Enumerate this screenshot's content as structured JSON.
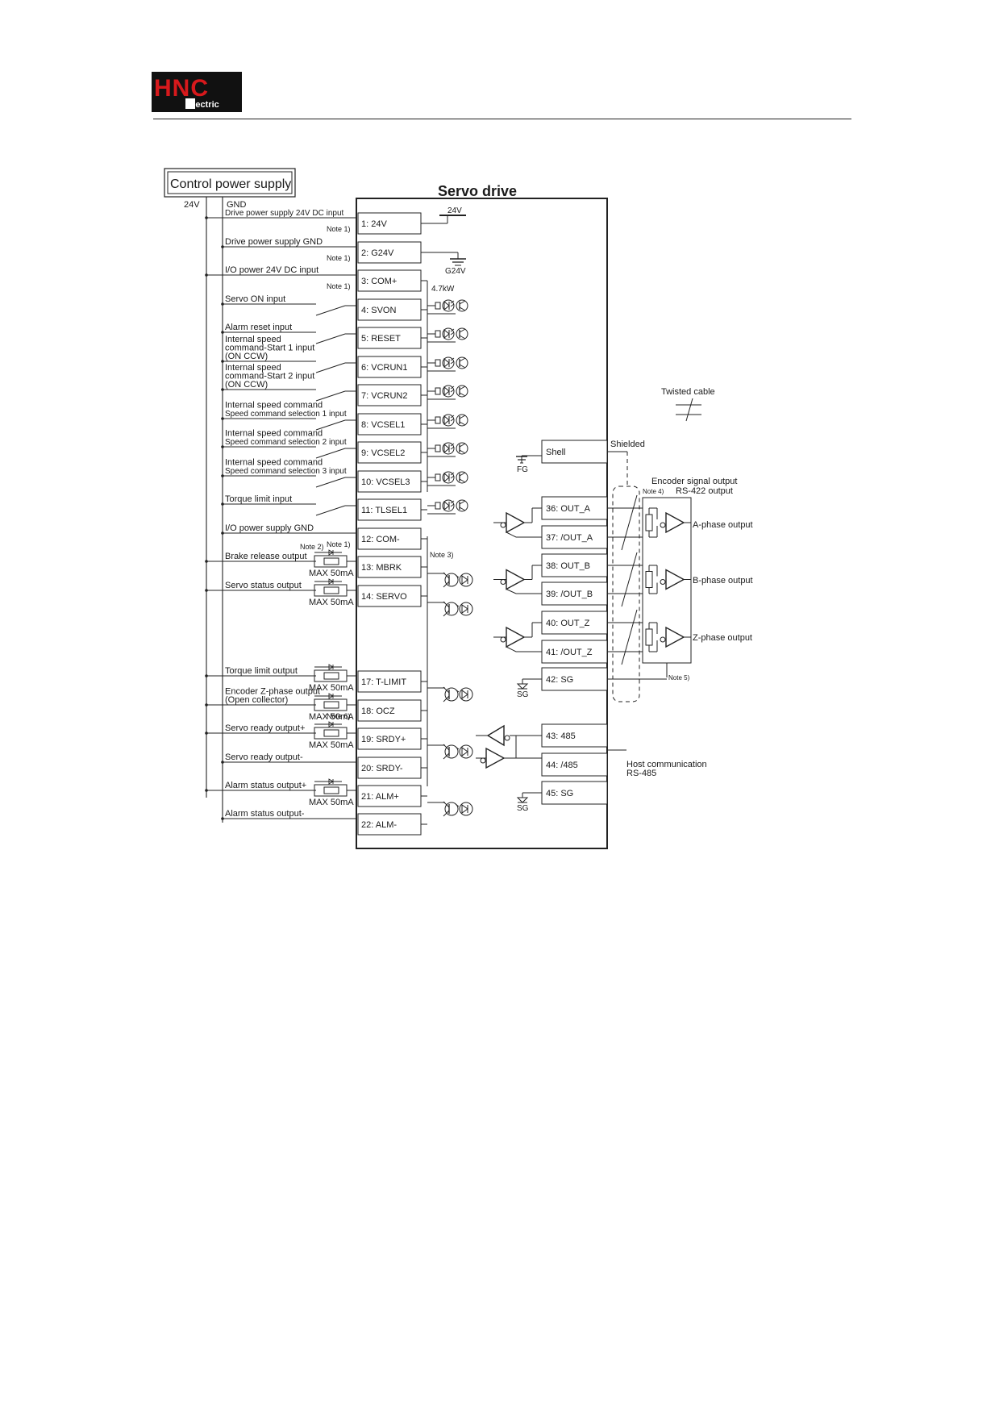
{
  "logo": {
    "main": "HNC",
    "sub": "Electric",
    "colors": {
      "red": "#d7191c",
      "black": "#111111",
      "white": "#ffffff"
    }
  },
  "diagram": {
    "control_power_supply": "Control power supply",
    "servo_drive_title": "Servo drive",
    "rail_24v": "24V",
    "rail_gnd": "GND",
    "max_current": "MAX 50mA",
    "power_symbols": {
      "v24": "24V",
      "g24v": "G24V",
      "fg": "FG",
      "sg": "SG"
    },
    "resistor_label": "4.7kW",
    "left_terminals": [
      {
        "label": "1: 24V",
        "signal": [
          "Drive power supply 24V DC input"
        ],
        "note": "Note 1)"
      },
      {
        "label": "2: G24V",
        "signal": [
          "Drive power supply GND"
        ],
        "note": "Note 1)"
      },
      {
        "label": "3: COM+",
        "signal": [
          "I/O power 24V DC input"
        ],
        "note": "Note 1)"
      },
      {
        "label": "4: SVON",
        "signal": [
          "Servo ON input"
        ],
        "note": ""
      },
      {
        "label": "5: RESET",
        "signal": [
          "Alarm reset input"
        ],
        "note": ""
      },
      {
        "label": "6: VCRUN1",
        "signal": [
          "Internal speed",
          "command-Start 1 input",
          "(ON  CCW)"
        ],
        "note": ""
      },
      {
        "label": "7: VCRUN2",
        "signal": [
          "Internal speed",
          "command-Start 2 input",
          "(ON  CCW)"
        ],
        "note": ""
      },
      {
        "label": "8: VCSEL1",
        "signal": [
          "Internal speed command",
          "Speed command selection 1 input"
        ],
        "note": ""
      },
      {
        "label": "9: VCSEL2",
        "signal": [
          "Internal speed command",
          "Speed command selection 2 input"
        ],
        "note": ""
      },
      {
        "label": "10: VCSEL3",
        "signal": [
          "Internal speed command",
          "Speed command selection 3 input"
        ],
        "note": ""
      },
      {
        "label": "11: TLSEL1",
        "signal": [
          "Torque limit input"
        ],
        "note": ""
      },
      {
        "label": "12: COM-",
        "signal": [
          "I/O power supply GND"
        ],
        "note": "Note 1)"
      },
      {
        "label": "13: MBRK",
        "signal": [
          "Brake release output"
        ],
        "note": "Note 2)"
      },
      {
        "label": "14: SERVO",
        "signal": [
          "Servo status output"
        ],
        "note": ""
      },
      {
        "label": "17: T-LIMIT",
        "signal": [
          "Torque limit output"
        ],
        "note": ""
      },
      {
        "label": "18: OCZ",
        "signal": [
          "Encoder Z-phase output",
          "(Open collector)"
        ],
        "note": "Note 6)"
      },
      {
        "label": "19: SRDY+",
        "signal": [
          "Servo ready output+"
        ],
        "note": ""
      },
      {
        "label": "20: SRDY-",
        "signal": [
          "Servo ready output-"
        ],
        "note": ""
      },
      {
        "label": "21: ALM+",
        "signal": [
          "Alarm status output+"
        ],
        "note": ""
      },
      {
        "label": "22: ALM-",
        "signal": [
          "Alarm status output-"
        ],
        "note": ""
      }
    ],
    "note3": "Note 3)",
    "right_terminals": {
      "shell": "Shell",
      "out": [
        "36: OUT_A",
        "37: /OUT_A",
        "38: OUT_B",
        "39: /OUT_B",
        "40: OUT_Z",
        "41: /OUT_Z"
      ],
      "sg42": "42: SG",
      "r485": [
        "43: 485",
        "44: /485"
      ],
      "sg45": "45: SG"
    },
    "labels": {
      "twisted_cable": "Twisted cable",
      "shielded": "Shielded",
      "encoder_title": "Encoder signal output",
      "rs422": "RS-422 output",
      "note4": "Note 4)",
      "note5": "Note 5)",
      "phase_a": "A-phase output",
      "phase_b": "B-phase output",
      "phase_z": "Z-phase output",
      "host1": "Host communication",
      "host2": "RS-485"
    }
  }
}
